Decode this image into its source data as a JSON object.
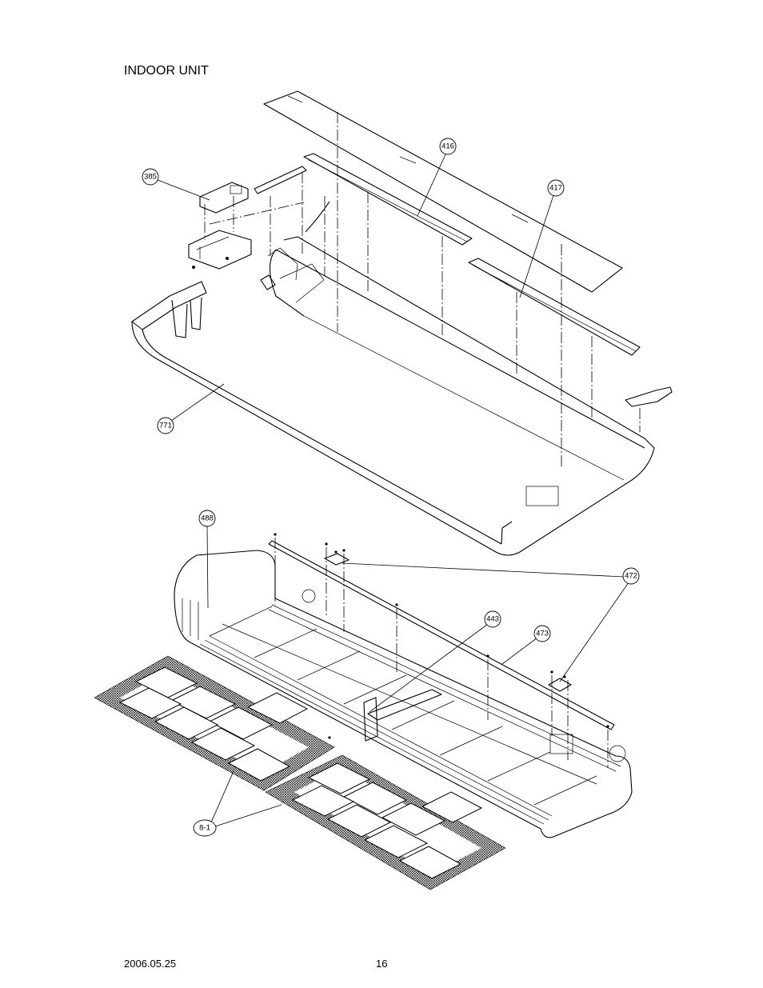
{
  "page": {
    "title": "INDOOR UNIT",
    "date": "2006.05.25",
    "page_number": "16"
  },
  "callouts": [
    {
      "id": "c416",
      "label": "416"
    },
    {
      "id": "c417",
      "label": "417"
    },
    {
      "id": "c385",
      "label": "385"
    },
    {
      "id": "c771",
      "label": "771"
    },
    {
      "id": "c488",
      "label": "488"
    },
    {
      "id": "c472",
      "label": "472"
    },
    {
      "id": "c443",
      "label": "443"
    },
    {
      "id": "c473",
      "label": "473"
    },
    {
      "id": "c81",
      "label": "8-1"
    }
  ]
}
